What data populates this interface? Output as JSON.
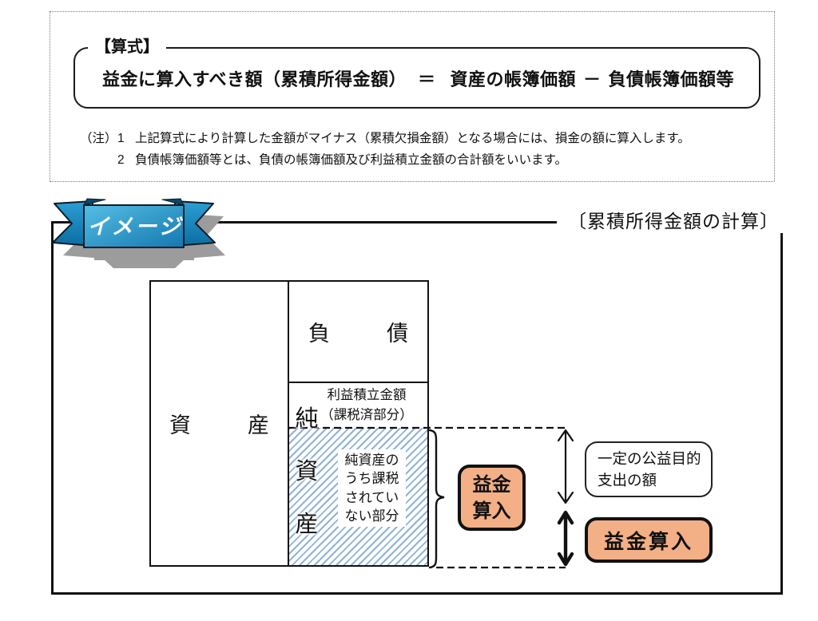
{
  "colors": {
    "border": "#111111",
    "orange_fill": "#f3af85",
    "hatch_blue": "#8fb2d8",
    "ribbon_blue_light": "#55bee4",
    "ribbon_blue_dark": "#1478b0",
    "ribbon_tail_dark": "#0c6da2",
    "shadow_gray": "#9c9c9c"
  },
  "formula_section": {
    "label": "【算式】",
    "formula": {
      "lhs": "益金に算入すべき額（累積所得金額）",
      "equals": "＝",
      "term1": "資産の帳簿価額",
      "minus": "－",
      "term2": "負債帳簿価額等"
    },
    "notes": [
      {
        "prefix": "（注）",
        "number": "1",
        "text": "上記算式により計算した金額がマイナス（累積欠損金額）となる場合には、損金の額に算入します。"
      },
      {
        "prefix": "",
        "number": "2",
        "text": "負債帳簿価額等とは、負債の帳簿価額及び利益積立金額の合計額をいいます。"
      }
    ]
  },
  "diagram": {
    "ribbon_label": "イメージ",
    "title": "〔累積所得金額の計算〕",
    "balance_sheet": {
      "assets": "資　産",
      "liabilities": "負　債",
      "retained_line1": "利益積立金額",
      "retained_line2": "（課税済部分）",
      "net_assets_vertical": [
        "純",
        "資",
        "産"
      ],
      "untaxed_lines": [
        "純資産の",
        "うち課税",
        "されてい",
        "ない部分"
      ]
    },
    "gain_inclusion_left_lines": [
      "益金",
      "算入"
    ],
    "public_benefit_lines": [
      "一定の公益目的",
      "支出の額"
    ],
    "gain_inclusion_right": "益金算入"
  }
}
